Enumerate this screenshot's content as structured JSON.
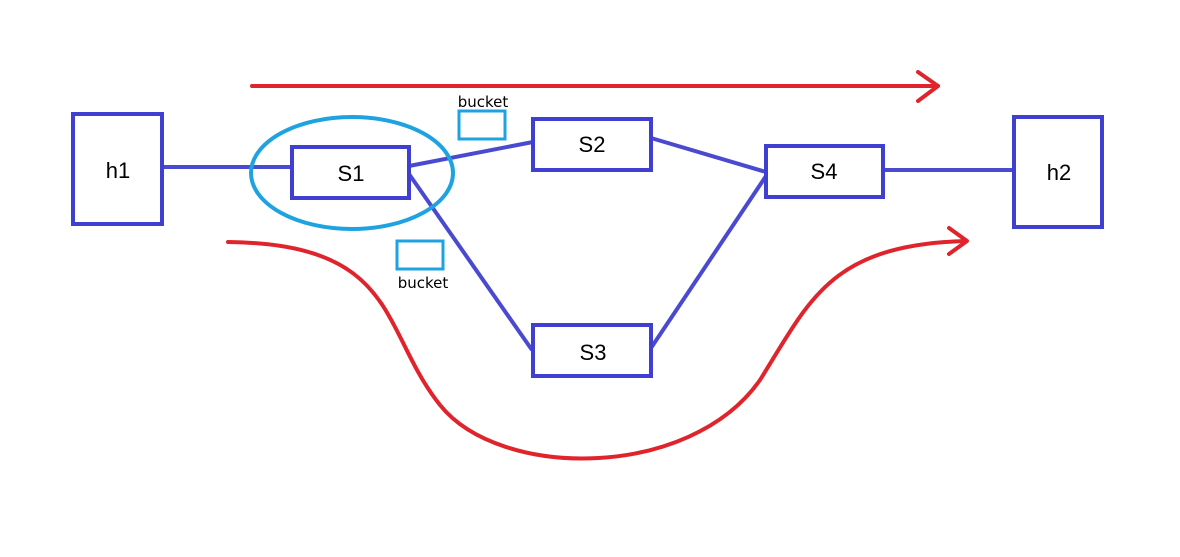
{
  "colors": {
    "link": "#4a4ad0",
    "node_border": "#3f3fd1",
    "highlight": "#1fa3e0",
    "flow_arrow": "#e0242c"
  },
  "nodes": {
    "h1": "h1",
    "s1": "S1",
    "s2": "S2",
    "s3": "S3",
    "s4": "S4",
    "h2": "h2"
  },
  "buckets": {
    "upper": "bucket",
    "lower": "bucket"
  }
}
